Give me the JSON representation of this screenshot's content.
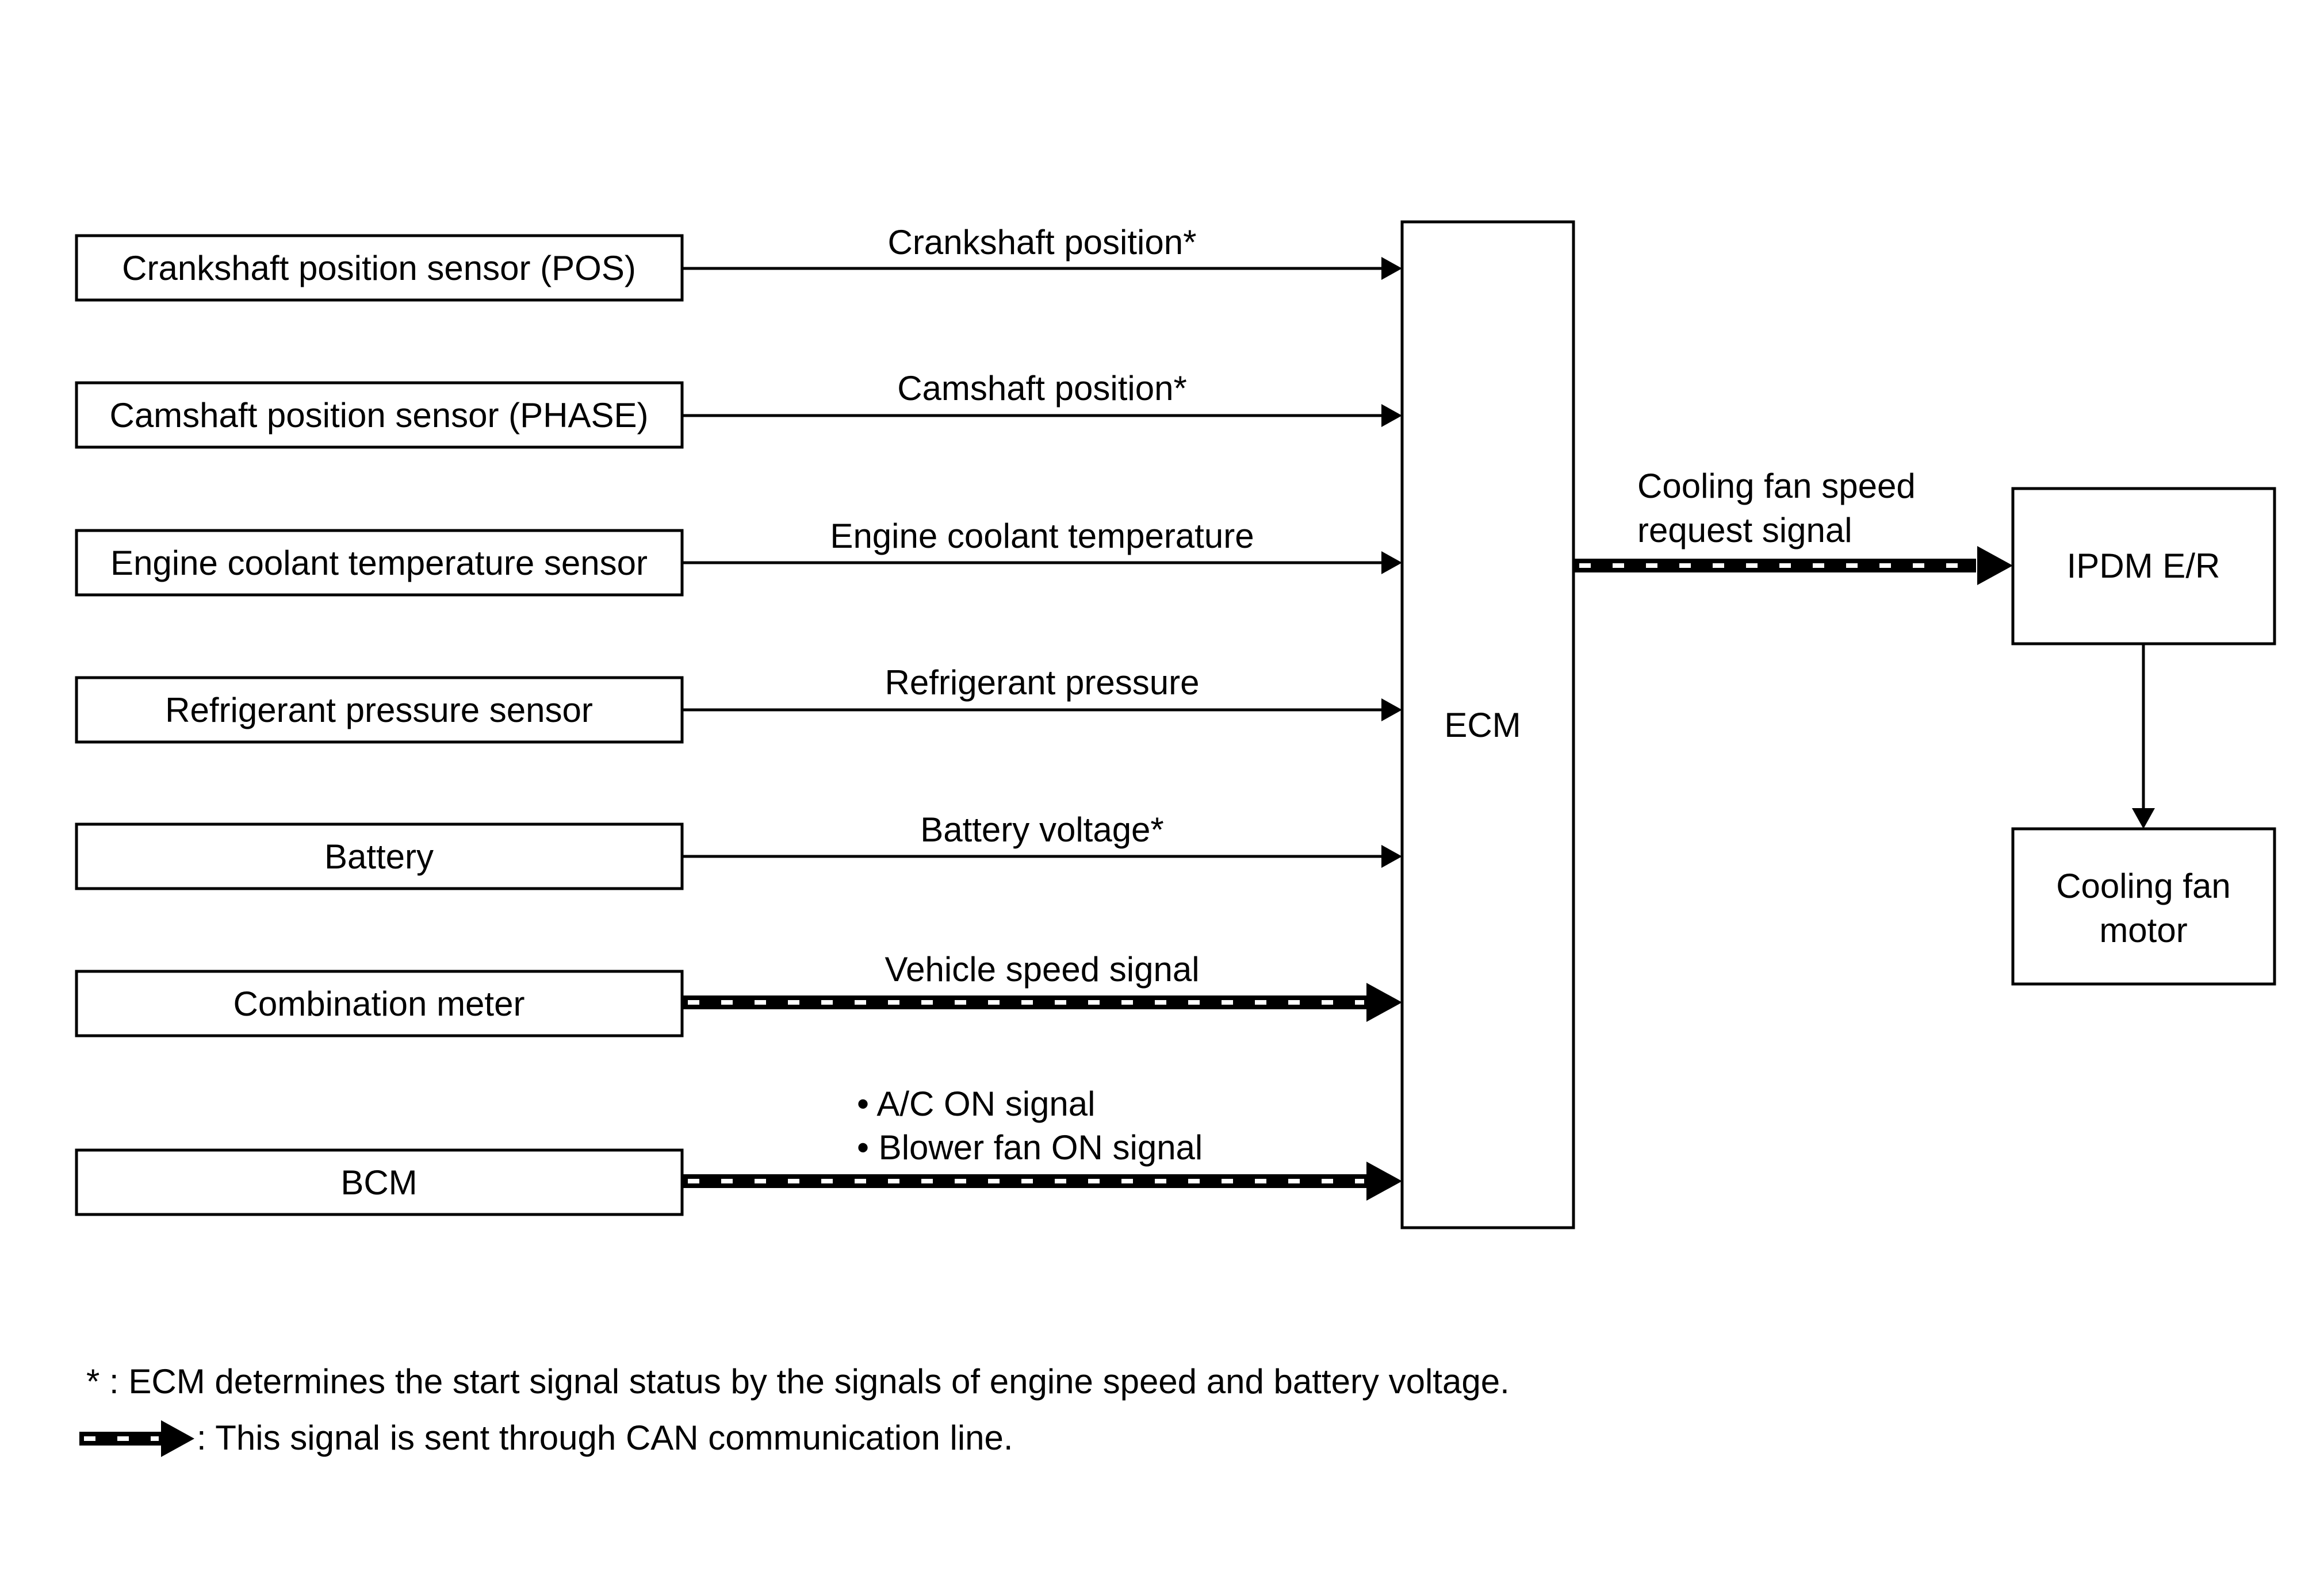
{
  "inputs": [
    {
      "id": "crank",
      "label": "Crankshaft position sensor (POS)",
      "signal": [
        "Crankshaft position*"
      ],
      "can": false
    },
    {
      "id": "cam",
      "label": "Camshaft position sensor (PHASE)",
      "signal": [
        "Camshaft position*"
      ],
      "can": false
    },
    {
      "id": "ect",
      "label": "Engine coolant temperature sensor",
      "signal": [
        "Engine coolant temperature"
      ],
      "can": false
    },
    {
      "id": "refrig",
      "label": "Refrigerant pressure sensor",
      "signal": [
        "Refrigerant pressure"
      ],
      "can": false
    },
    {
      "id": "battery",
      "label": "Battery",
      "signal": [
        "Battery voltage*"
      ],
      "can": false
    },
    {
      "id": "meter",
      "label": "Combination meter",
      "signal": [
        "Vehicle speed signal"
      ],
      "can": true
    },
    {
      "id": "bcm",
      "label": "BCM",
      "signal": [
        "• A/C ON signal",
        "• Blower fan ON signal"
      ],
      "can": true
    }
  ],
  "ecm": {
    "label": "ECM"
  },
  "output_signal": [
    "Cooling fan speed",
    "request signal"
  ],
  "ipdm": {
    "label": "IPDM E/R"
  },
  "fan_motor": {
    "label": [
      "Cooling fan",
      "motor"
    ]
  },
  "notes": {
    "asterisk": "* : ECM determines the start signal status by the signals of engine speed and battery voltage.",
    "can_legend": ": This signal is sent through CAN communication line."
  }
}
